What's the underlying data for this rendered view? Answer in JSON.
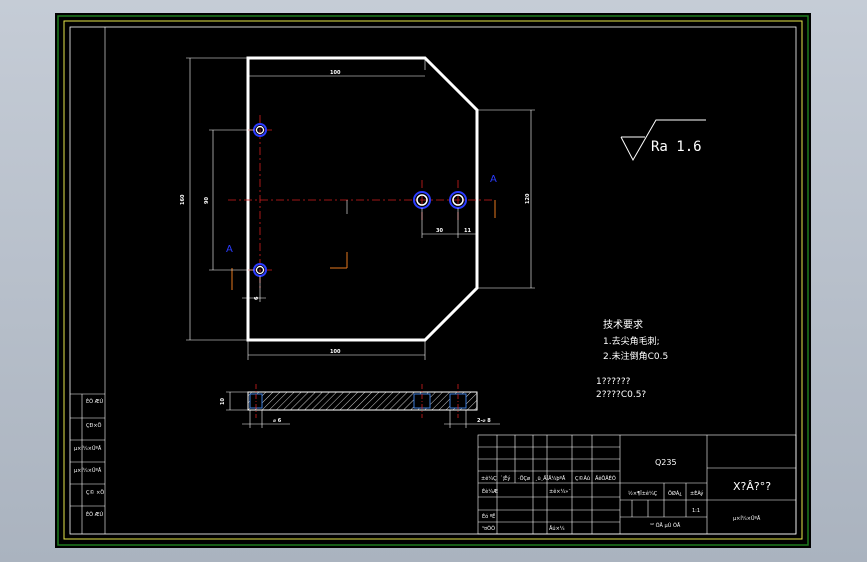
{
  "drawing": {
    "colors": {
      "background": "#000000",
      "outer_frame": "#1e7a1e",
      "inner_frame": "#e8e84a",
      "part_outline": "#ffffff",
      "center_line": "#d21e1e",
      "dimension": "#ffffff",
      "section_view": "#3c7bd8",
      "hole": "#2b3cff",
      "leader": "#e6781e"
    },
    "dimensions": {
      "top_width": "100",
      "bottom_width": "100",
      "left_height": "160",
      "hole_spacing_vertical": "90",
      "right_height": "120",
      "hole_spacing_horizontal": "30",
      "edge_offset": "11",
      "left_offset": "6",
      "thickness": "10",
      "hole_dia_left": "⌀ 6",
      "hole_dia_right": "2-⌀ 8"
    },
    "view_labels": {
      "top_right": "A",
      "left": "A"
    },
    "surface_finish": "Ra 1.6",
    "tech_requirements": {
      "title": "技术要求",
      "items": [
        "1.去尖角毛刺;",
        "2.未注倒角C0.5"
      ],
      "garbled": [
        "1??????",
        "2????C0.5?"
      ]
    },
    "side_titles": [
      "ÈÕ ÆÚ",
      "ÇÐ×Ö",
      "µ×Í¼×ÜºÅ",
      "µ×Í¼×ÜºÅ",
      "Ç© ×Ö",
      "ÈÕ ÆÚ"
    ],
    "title_block": {
      "material": "Q235",
      "part_name": "X?Â?°?",
      "scale_row": [
        "±ê¼Ç",
        "´¦Êý",
        "·ÖÇø",
        "¸ü¸ÄÎÄ¼þºÅ",
        "Ç©Ãû",
        "ÄêÔÂÈÕ"
      ],
      "design_label": "Éè¼Æ",
      "standard_label": "±ê×¼»¯",
      "process_label": "¹¤ÒÕ",
      "check_label": "Éó ºË",
      "approve_label": "Åú×¼",
      "stage_label": "½×¶Î±ê¼Ç",
      "weight_label": "ÖØÁ¿",
      "ratio_label": "±ÈÀý",
      "ratio_value": "1:1",
      "sheet_label": "¹² ÕÅ µÚ ÕÅ",
      "drawing_no": "µ×Í¼×ÜºÅ"
    }
  }
}
